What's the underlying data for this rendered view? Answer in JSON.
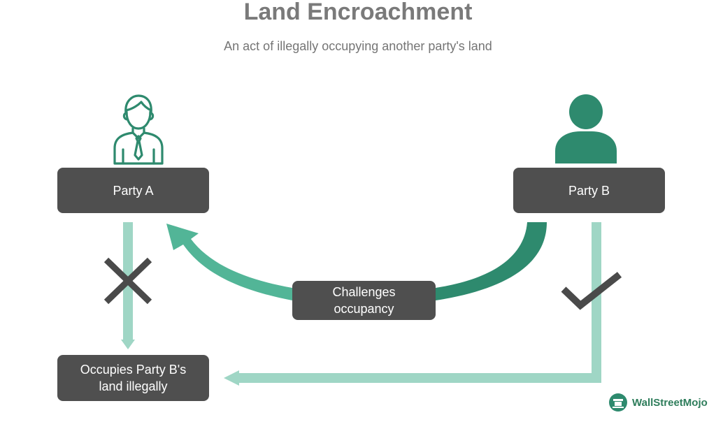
{
  "title": "Land Encroachment",
  "subtitle": "An act of illegally occupying another party's land",
  "nodes": {
    "party_a": "Party A",
    "party_b": "Party B",
    "challenge_line1": "Challenges",
    "challenge_line2": "occupancy",
    "occupies_line1": "Occupies Party B's",
    "occupies_line2": "land illegally"
  },
  "icons": {
    "party_a": "businessman-icon",
    "party_b": "person-icon",
    "wrong": "cross-icon",
    "right": "check-icon",
    "brand": "wallstreetmojo-logo-icon"
  },
  "brand": {
    "name": "WallStreetMojo"
  },
  "colors": {
    "box": "#4f4f4f",
    "teal_dark": "#2e8a6e",
    "teal_light": "#9fd6c5",
    "teal_mid": "#52b597",
    "mark": "#4a4a4a",
    "title": "#7a7a7a"
  }
}
